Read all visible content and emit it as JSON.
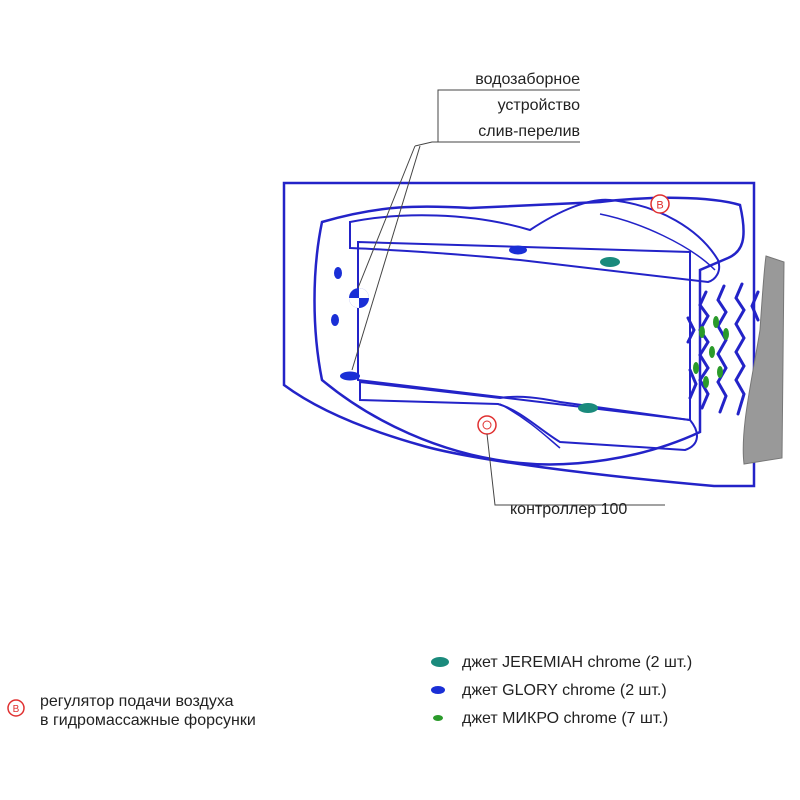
{
  "callouts": {
    "intake_line1": "водозаборное",
    "intake_line2": "устройство",
    "drain": "слив-перелив",
    "controller": "контроллер 100"
  },
  "air_badge_letter": "B",
  "legend": {
    "jets": [
      {
        "label": "джет JEREMIAH chrome (2 шт.)",
        "icon": "teal-oval-jet-icon",
        "color": "#1a8a7c"
      },
      {
        "label": "джет GLORY chrome (2 шт.)",
        "icon": "blue-oval-jet-icon",
        "color": "#1a2fd6"
      },
      {
        "label": "джет МИКРО chrome (7 шт.)",
        "icon": "green-dot-jet-icon",
        "color": "#2a9a2a"
      }
    ],
    "air_regulator_line1": "регулятор подачи воздуха",
    "air_regulator_line2": "в гидромассажные форсунки"
  },
  "colors": {
    "outline": "#2323c8",
    "air_badge": "#e03030",
    "headrest": "#999999"
  }
}
